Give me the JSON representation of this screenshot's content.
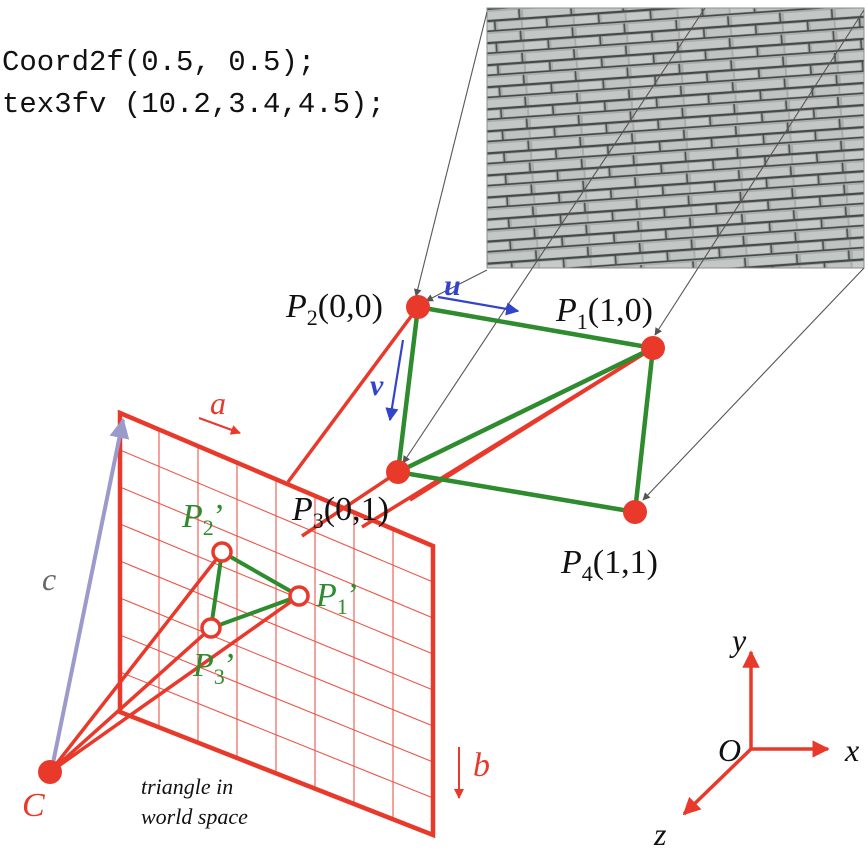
{
  "code_lines": [
    "Coord2f(0.5, 0.5);",
    "tex3fv (10.2,3.4,4.5);"
  ],
  "points": {
    "p1": {
      "letter": "P",
      "sub": "1",
      "coords": "(1,0)"
    },
    "p2": {
      "letter": "P",
      "sub": "2",
      "coords": "(0,0)"
    },
    "p3": {
      "letter": "P",
      "sub": "3",
      "coords": "(0,1)"
    },
    "p4": {
      "letter": "P",
      "sub": "4",
      "coords": "(1,1)"
    }
  },
  "projected": {
    "p1": {
      "letter": "P",
      "sub": "1",
      "prime": "’"
    },
    "p2": {
      "letter": "P",
      "sub": "2",
      "prime": "’"
    },
    "p3": {
      "letter": "P",
      "sub": "3",
      "prime": "’"
    }
  },
  "vectors": {
    "u": "u",
    "v": "v",
    "a": "a",
    "b": "b",
    "c": "c"
  },
  "camera_label": "C",
  "plane_caption": [
    "triangle in",
    "world space"
  ],
  "axes": {
    "x": "x",
    "y": "y",
    "z": "z",
    "origin": "O"
  },
  "colors": {
    "red": "#e8392b",
    "green": "#2e8b2e",
    "blue": "#3344cc",
    "purple": "#9a9acb",
    "gray_arrow": "#777777",
    "texture": "#a9aeac"
  }
}
